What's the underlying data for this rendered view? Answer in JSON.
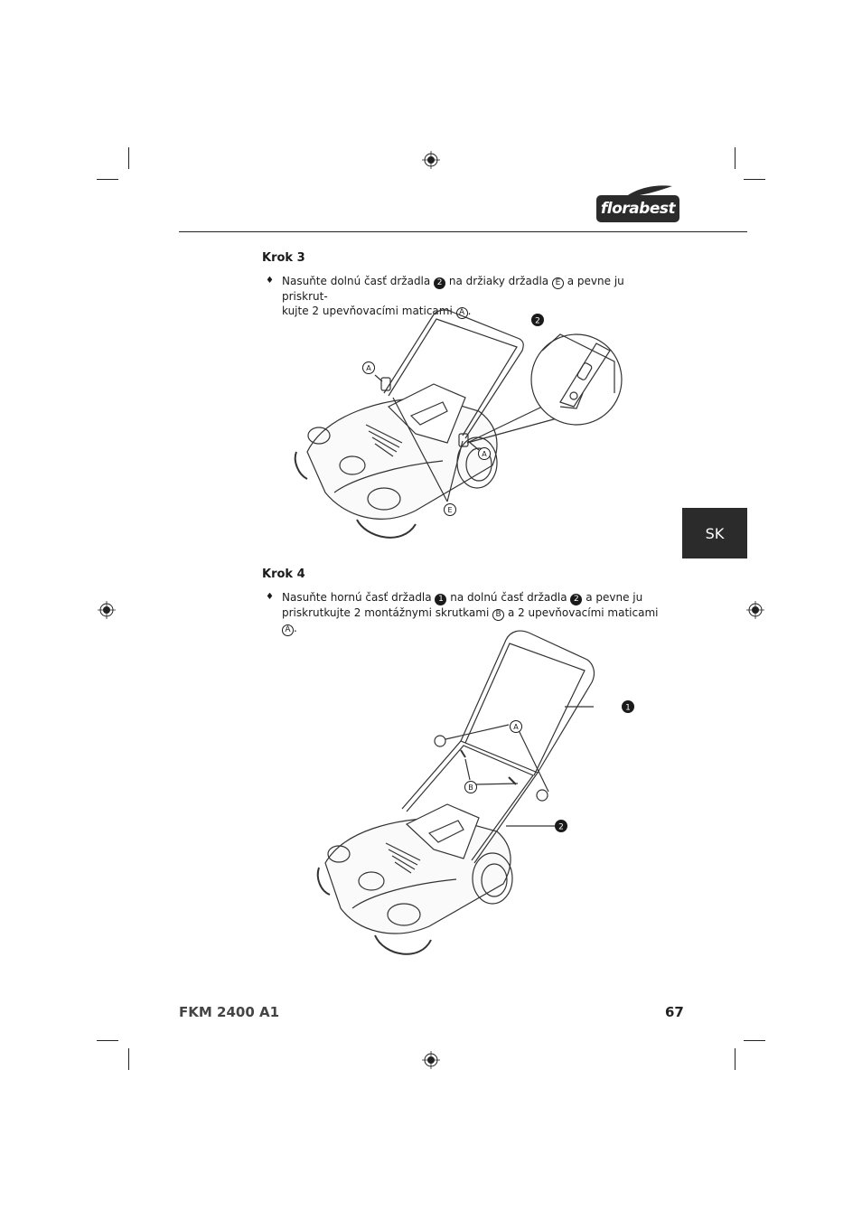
{
  "brand": {
    "name": "florabest"
  },
  "language_tab": "SK",
  "steps": [
    {
      "title": "Krok 3",
      "line1": [
        {
          "t": "Nasuňte dolnú časť držadla "
        },
        {
          "c": "2",
          "style": "fill"
        },
        {
          "t": " na držiaky držadla "
        },
        {
          "c": "E",
          "style": "out"
        },
        {
          "t": " a pevne ju priskrut-"
        }
      ],
      "line2": [
        {
          "t": "kujte 2 upevňovacími maticami "
        },
        {
          "c": "A",
          "style": "out"
        },
        {
          "t": "."
        }
      ],
      "figure_labels": {
        "handle": "2",
        "nut": "A",
        "holder": "E"
      }
    },
    {
      "title": "Krok 4",
      "line1": [
        {
          "t": "Nasuňte hornú časť držadla "
        },
        {
          "c": "1",
          "style": "fill"
        },
        {
          "t": " na dolnú časť držadla "
        },
        {
          "c": "2",
          "style": "fill"
        },
        {
          "t": " a pevne ju"
        }
      ],
      "line2": [
        {
          "t": "priskrutkujte 2 montážnymi skrutkami "
        },
        {
          "c": "B",
          "style": "out"
        },
        {
          "t": " a 2 upevňovacími maticami "
        },
        {
          "c": "A",
          "style": "out"
        },
        {
          "t": "."
        }
      ],
      "figure_labels": {
        "upper_handle": "1",
        "lower_handle": "2",
        "nut": "A",
        "screw": "B"
      }
    }
  ],
  "footer": {
    "model": "FKM 2400 A1",
    "page": "67"
  }
}
